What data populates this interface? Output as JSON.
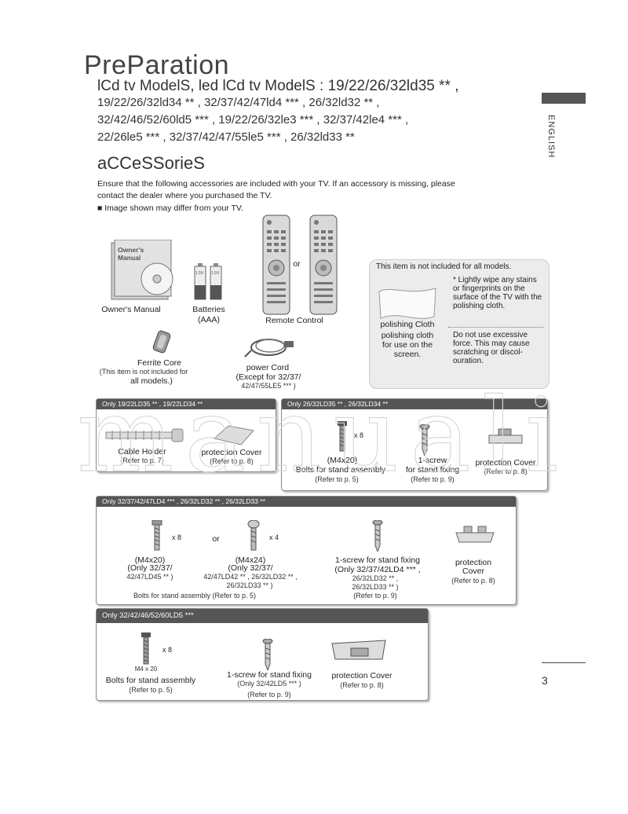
{
  "header": {
    "title": "PreParation",
    "models_line1": "lCd tv ModelS, led lCd tv ModelS : 19/22/26/32ld35 ** ,",
    "models_line2": "19/22/26/32ld34 ** , 32/37/42/47ld4 *** , 26/32ld32 ** ,",
    "models_line3": "32/42/46/52/60ld5 *** , 19/22/26/32le3 *** , 32/37/42le4 *** ,",
    "models_line4": "22/26le5 *** , 32/37/42/47/55le5 *** , 26/32ld33 **"
  },
  "side_tab": {
    "language": "ENGLISH"
  },
  "accessories": {
    "heading": "aCCeSSorieS",
    "intro": "Ensure that the following accessories are included with your TV. If an accessory is missing, please contact the dealer where you purchased the TV.",
    "note": "■ Image shown may differ from your TV.",
    "manual_cover_text": "Owner's Manual",
    "owners_manual": "Owner's Manual",
    "battery_label": "1.5V",
    "batteries_line1": "Batteries",
    "batteries_line2": "(AAA)",
    "or": "or",
    "remote_control": "Remote Control",
    "ferrite_core": "Ferrite Core",
    "ferrite_note_line1": "(This item is not included for",
    "ferrite_note_line2": "all models.)",
    "power_cord": "power Cord",
    "power_cord_note_line1": "(Except for 32/37/",
    "power_cord_note_line2": "42/47/55LE5 *** )"
  },
  "polishing_panel": {
    "header": "This item is not included for all models.",
    "label": "polishing Cloth",
    "description": "polishing cloth for use on the screen.",
    "tip1": "* Lightly wipe any stains or fingerprints on the surface of the TV with the polishing cloth.",
    "tip2": "Do not use excessive force. This may cause scratching or discol-ouration."
  },
  "box1": {
    "header": "Only 19/22LD35 ** , 19/22LD34 **",
    "cable_holder": "Cable Holder",
    "cable_ref": "(Refer to p. 7)",
    "cover": "protection Cover",
    "cover_ref": "(Refer to p. 8)"
  },
  "box2": {
    "header": "Only 26/32LD35 ** , 26/32LD34 **",
    "bolt_qty": "x 8",
    "bolt_size": "(M4x20)",
    "bolt_label": "Bolts for stand assembly",
    "bolt_ref": "(Refer to p. 5)",
    "screw_title": "1-screw",
    "screw_label": "for stand fixing",
    "screw_ref": "(Refer to p. 9)",
    "cover": "protection Cover",
    "cover_ref": "(Refer to p. 8)"
  },
  "box3": {
    "header": "Only 32/37/42/47LD4 *** , 26/32LD32 ** , 26/32LD33 **",
    "bolt1_qty": "x 8",
    "or": "or",
    "bolt2_qty": "x 4",
    "bolt1_size": "(M4x20)",
    "bolt1_models_line1": "(Only 32/37/",
    "bolt1_models_line2": "42/47LD45 ** )",
    "bolt2_size": "(M4x24)",
    "bolt2_models_line1": "(Only 32/37/",
    "bolt2_models_line2": "42/47LD42 ** , 26/32LD32 ** ,",
    "bolt2_models_line3": "26/32LD33 ** )",
    "bolts_label": "Bolts for stand assembly (Refer to p. 5)",
    "screw_label": "1-screw for stand fixing",
    "screw_models_line1": "(Only 32/37/42LD4 *** ,",
    "screw_models_line2": "26/32LD32 ** ,",
    "screw_models_line3": "26/32LD33 ** )",
    "screw_ref": "(Refer to p. 9)",
    "cover_line1": "protection",
    "cover_line2": "Cover",
    "cover_ref": "(Refer to p. 8)"
  },
  "box4": {
    "header": "Only 32/42/46/52/60LD5 ***",
    "bolt_qty": "x 8",
    "bolt_size": "M4 x 20",
    "bolt_label": "Bolts for stand assembly",
    "bolt_ref": "(Refer to p. 5)",
    "screw_label": "1-screw for stand fixing",
    "screw_models": "(Only 32/42LD5 *** )",
    "screw_ref": "(Refer to p. 9)",
    "cover": "protection Cover",
    "cover_ref": "(Refer to p. 8)"
  },
  "footer": {
    "page_number": "3"
  },
  "watermark": "manuali"
}
